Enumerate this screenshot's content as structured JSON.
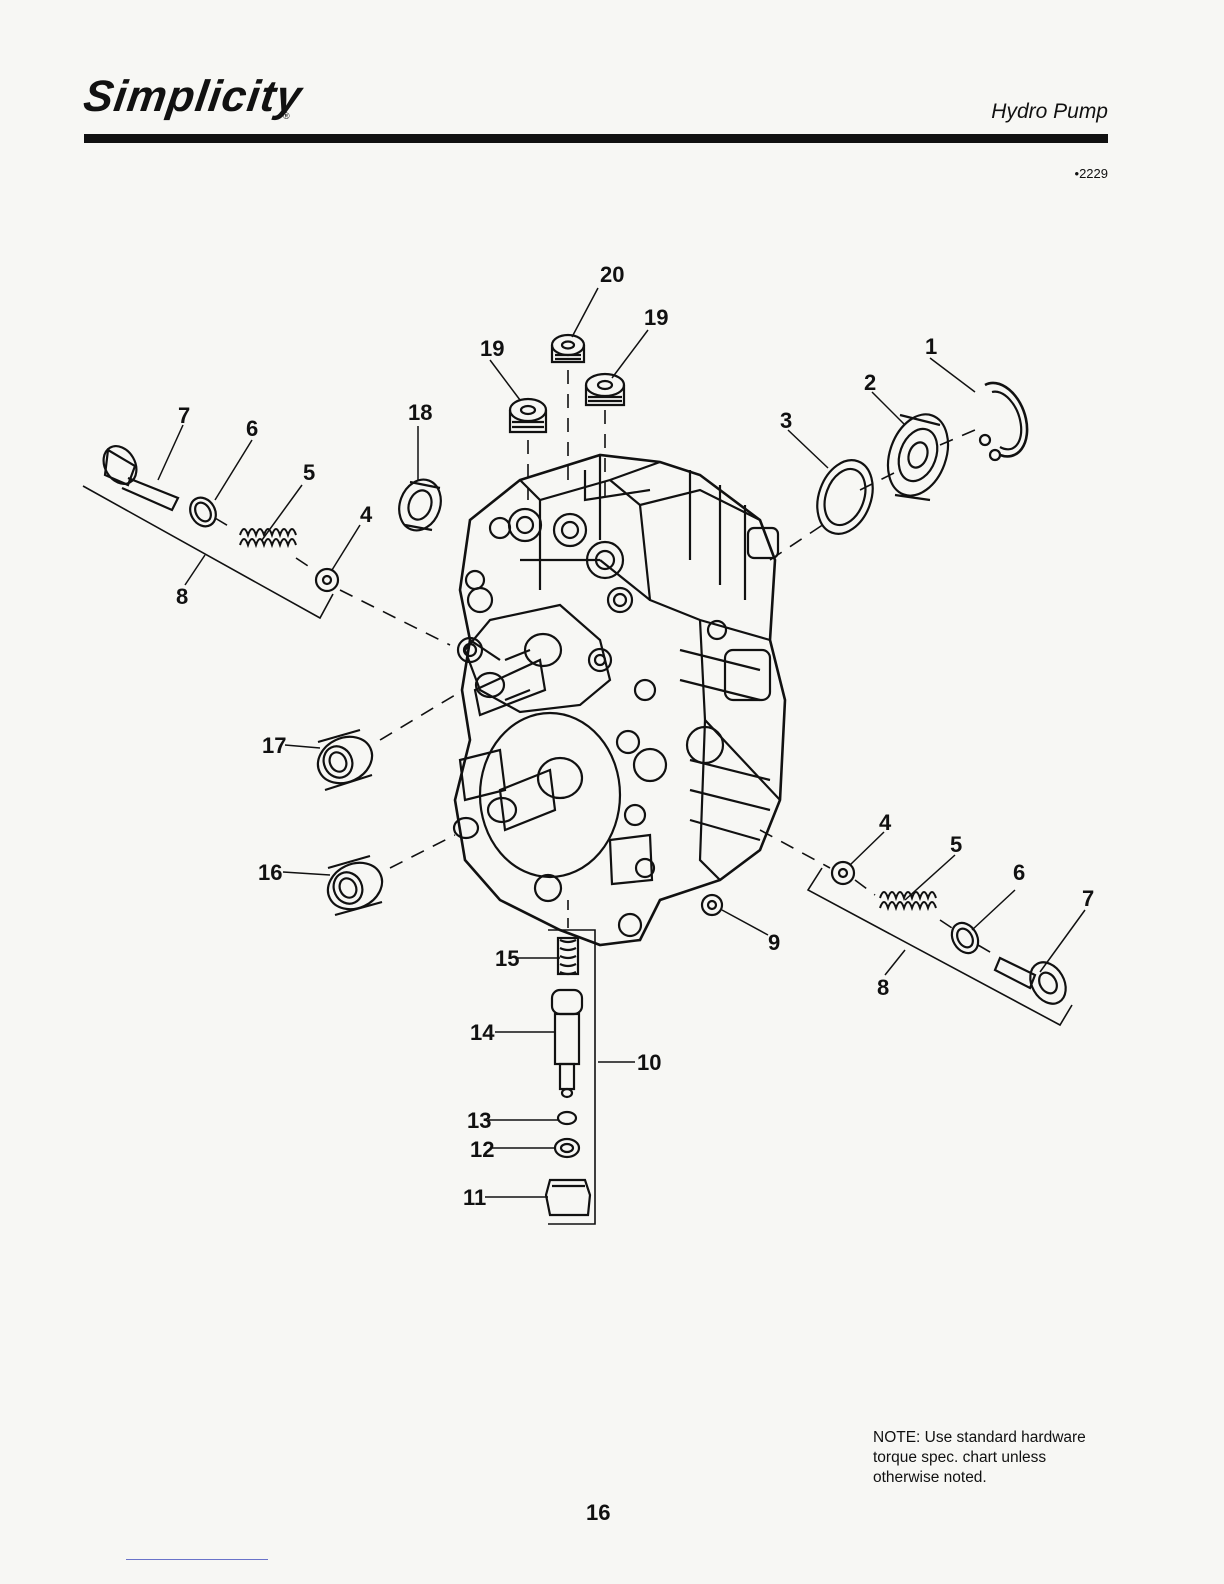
{
  "header": {
    "logo_text": "Simplicity",
    "logo_reg": "®",
    "section_title": "Hydro Pump",
    "figure_code": "•2229"
  },
  "callouts": [
    "20",
    "19",
    "19",
    "18",
    "1",
    "2",
    "3",
    "7",
    "6",
    "5",
    "4",
    "8",
    "17",
    "16",
    "4",
    "5",
    "6",
    "7",
    "8",
    "9",
    "15",
    "14",
    "10",
    "13",
    "12",
    "11"
  ],
  "note": "NOTE: Use standard hardware\ntorque spec. chart unless\notherwise noted.",
  "page_number": "16"
}
